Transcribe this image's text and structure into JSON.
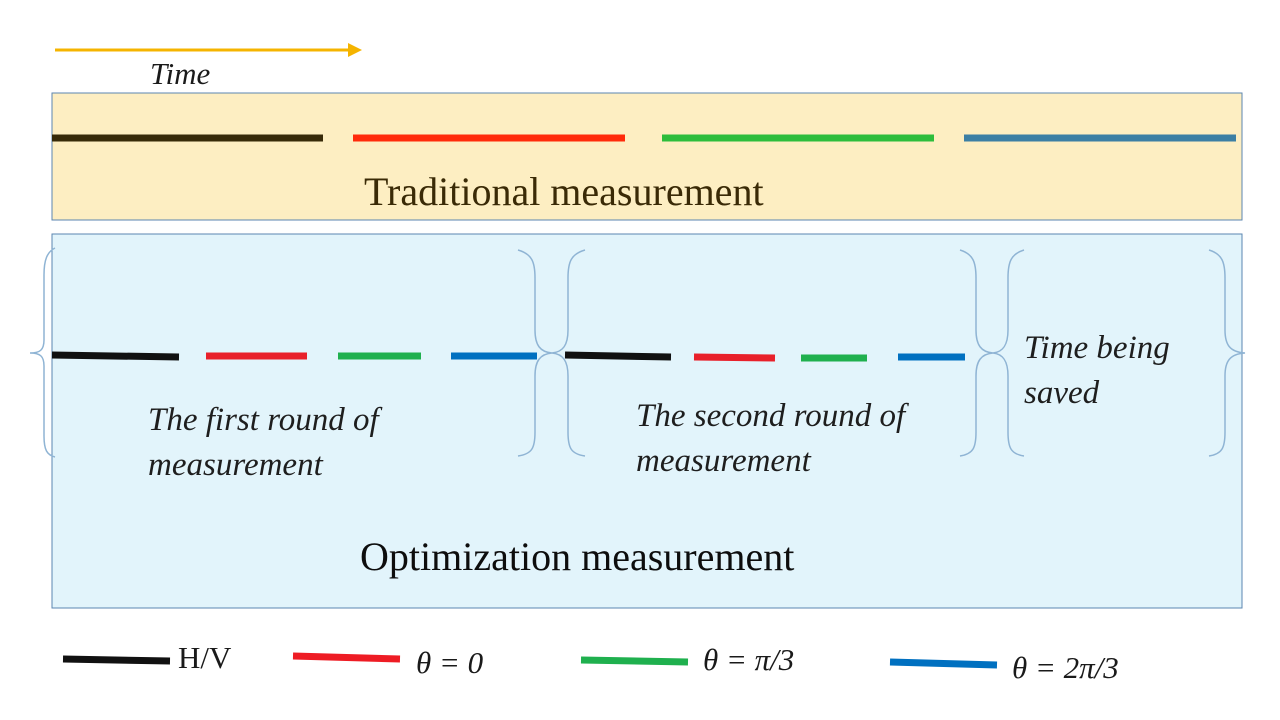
{
  "time_label": "Time",
  "traditional": {
    "label": "Traditional measurement",
    "segment_colors": [
      "#372a08",
      "#ff2a0a",
      "#2dbd3c",
      "#3c7fa4"
    ]
  },
  "optimization": {
    "label": "Optimization measurement",
    "round1_label": "The first round of measurement",
    "round2_label": "The second round of measurement",
    "saved_label": "Time being saved",
    "segment_colors": [
      "#111111",
      "#e8202a",
      "#1fb04e",
      "#0070c0"
    ]
  },
  "legend": [
    {
      "color": "#111111",
      "label": "H/V"
    },
    {
      "color": "#ee1c24",
      "label": "θ = 0"
    },
    {
      "color": "#1fb04e",
      "label": "θ = π/3"
    },
    {
      "color": "#0070c0",
      "label": "θ = 2π/3"
    }
  ],
  "colors": {
    "time_arrow": "#f5b400",
    "traditional_fill": "#fdeec2",
    "optimization_fill": "#e2f4fb",
    "panel_border": "#5b86b0",
    "brace": "#8fb4d4"
  }
}
